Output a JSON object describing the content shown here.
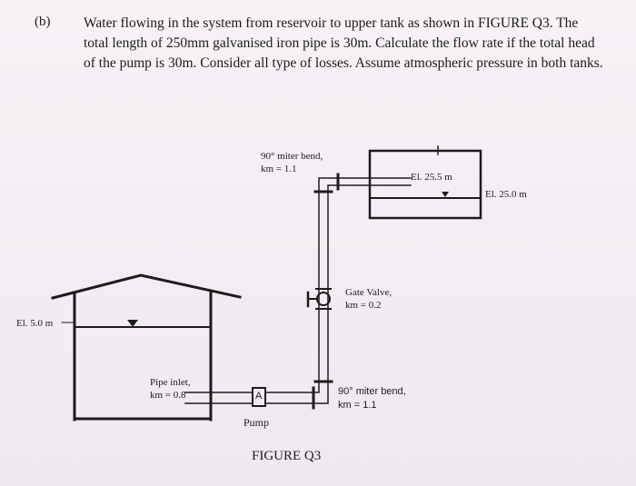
{
  "question": {
    "number": "(b)",
    "text": "Water flowing in the system from reservoir to upper tank as shown in FIGURE Q3. The total length of 250mm galvanised iron pipe is 30m. Calculate the flow rate if the total head of the pump is 30m. Consider all type of losses. Assume atmospheric pressure in both tanks."
  },
  "figure": {
    "top_bend": {
      "title": "90° miter bend,",
      "coef": "km = 1.1"
    },
    "gate_valve": {
      "title": "Gate Valve,",
      "coef": "km = 0.2"
    },
    "bottom_bend": {
      "title": "90° miter bend,",
      "coef": "km = 1.1"
    },
    "pipe_inlet": {
      "title": "Pipe inlet,",
      "coef": "km = 0.8"
    },
    "elev_tank_top": "El. 25.5 m",
    "elev_upper_water": "El. 25.0 m",
    "elev_lower_water": "El. 5.0 m",
    "pump_letter": "A",
    "pump_label": "Pump",
    "caption": "FIGURE Q3"
  },
  "colors": {
    "ink": "#1c1c1c",
    "paper": "#f3eff3"
  }
}
